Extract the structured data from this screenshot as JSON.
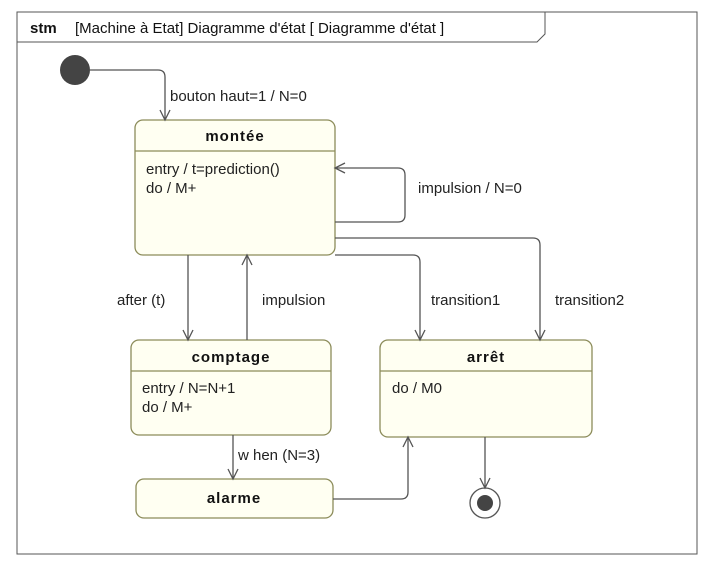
{
  "frame": {
    "keyword": "stm",
    "label": "[Machine à Etat] Diagramme d'état [ Diagramme d'état ]"
  },
  "states": {
    "montee": {
      "name": "montée",
      "entry": "entry / t=prediction()",
      "do": "do / M+"
    },
    "comptage": {
      "name": "comptage",
      "entry": "entry / N=N+1",
      "do": "do / M+"
    },
    "arret": {
      "name": "arrêt",
      "do": "do / M0"
    },
    "alarme": {
      "name": "alarme"
    }
  },
  "transitions": {
    "initial_to_montee": "bouton haut=1 / N=0",
    "montee_self": "impulsion / N=0",
    "montee_to_comptage": "after (t)",
    "comptage_to_montee": "impulsion",
    "montee_to_arret_1": "transition1",
    "montee_to_arret_2": "transition2",
    "comptage_to_alarme": "w hen (N=3)"
  },
  "colors": {
    "state_fill": "#fffff2",
    "state_border": "#8c8c5a",
    "line": "#555555"
  }
}
